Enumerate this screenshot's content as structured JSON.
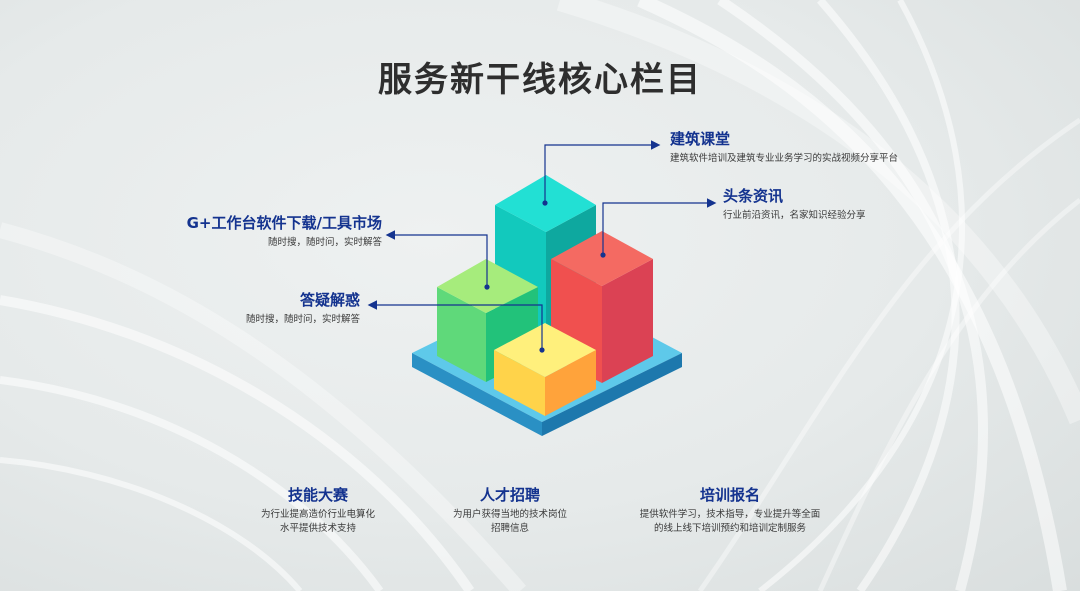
{
  "title": "服务新干线核心栏目",
  "columns": [
    {
      "heading": "建筑课堂",
      "desc": "建筑软件培训及建筑专业业务学习的实战视频分享平台"
    },
    {
      "heading": "头条资讯",
      "desc": "行业前沿资讯，名家知识经验分享"
    },
    {
      "heading": "G+工作台软件下载/工具市场",
      "desc": "随时搜，随时问，实时解答"
    },
    {
      "heading": "答疑解惑",
      "desc": "随时搜，随时问，实时解答"
    }
  ],
  "bottom": [
    {
      "heading": "技能大赛",
      "lines": [
        "为行业提高造价行业电算化",
        "水平提供技术支持"
      ]
    },
    {
      "heading": "人才招聘",
      "lines": [
        "为用户获得当地的技术岗位",
        "招聘信息"
      ]
    },
    {
      "heading": "培训报名",
      "lines": [
        "提供软件学习，技术指导，专业提升等全面",
        "的线上线下培训预约和培训定制服务"
      ]
    }
  ],
  "colors": {
    "heading": "#14338f",
    "connector": "#14338f",
    "cyan_block": "#12c9bd",
    "red_block": "#f0504f",
    "green_block": "#74dc6e",
    "yellow_block": "#ffd24d",
    "platform": "#5ec9ea"
  }
}
